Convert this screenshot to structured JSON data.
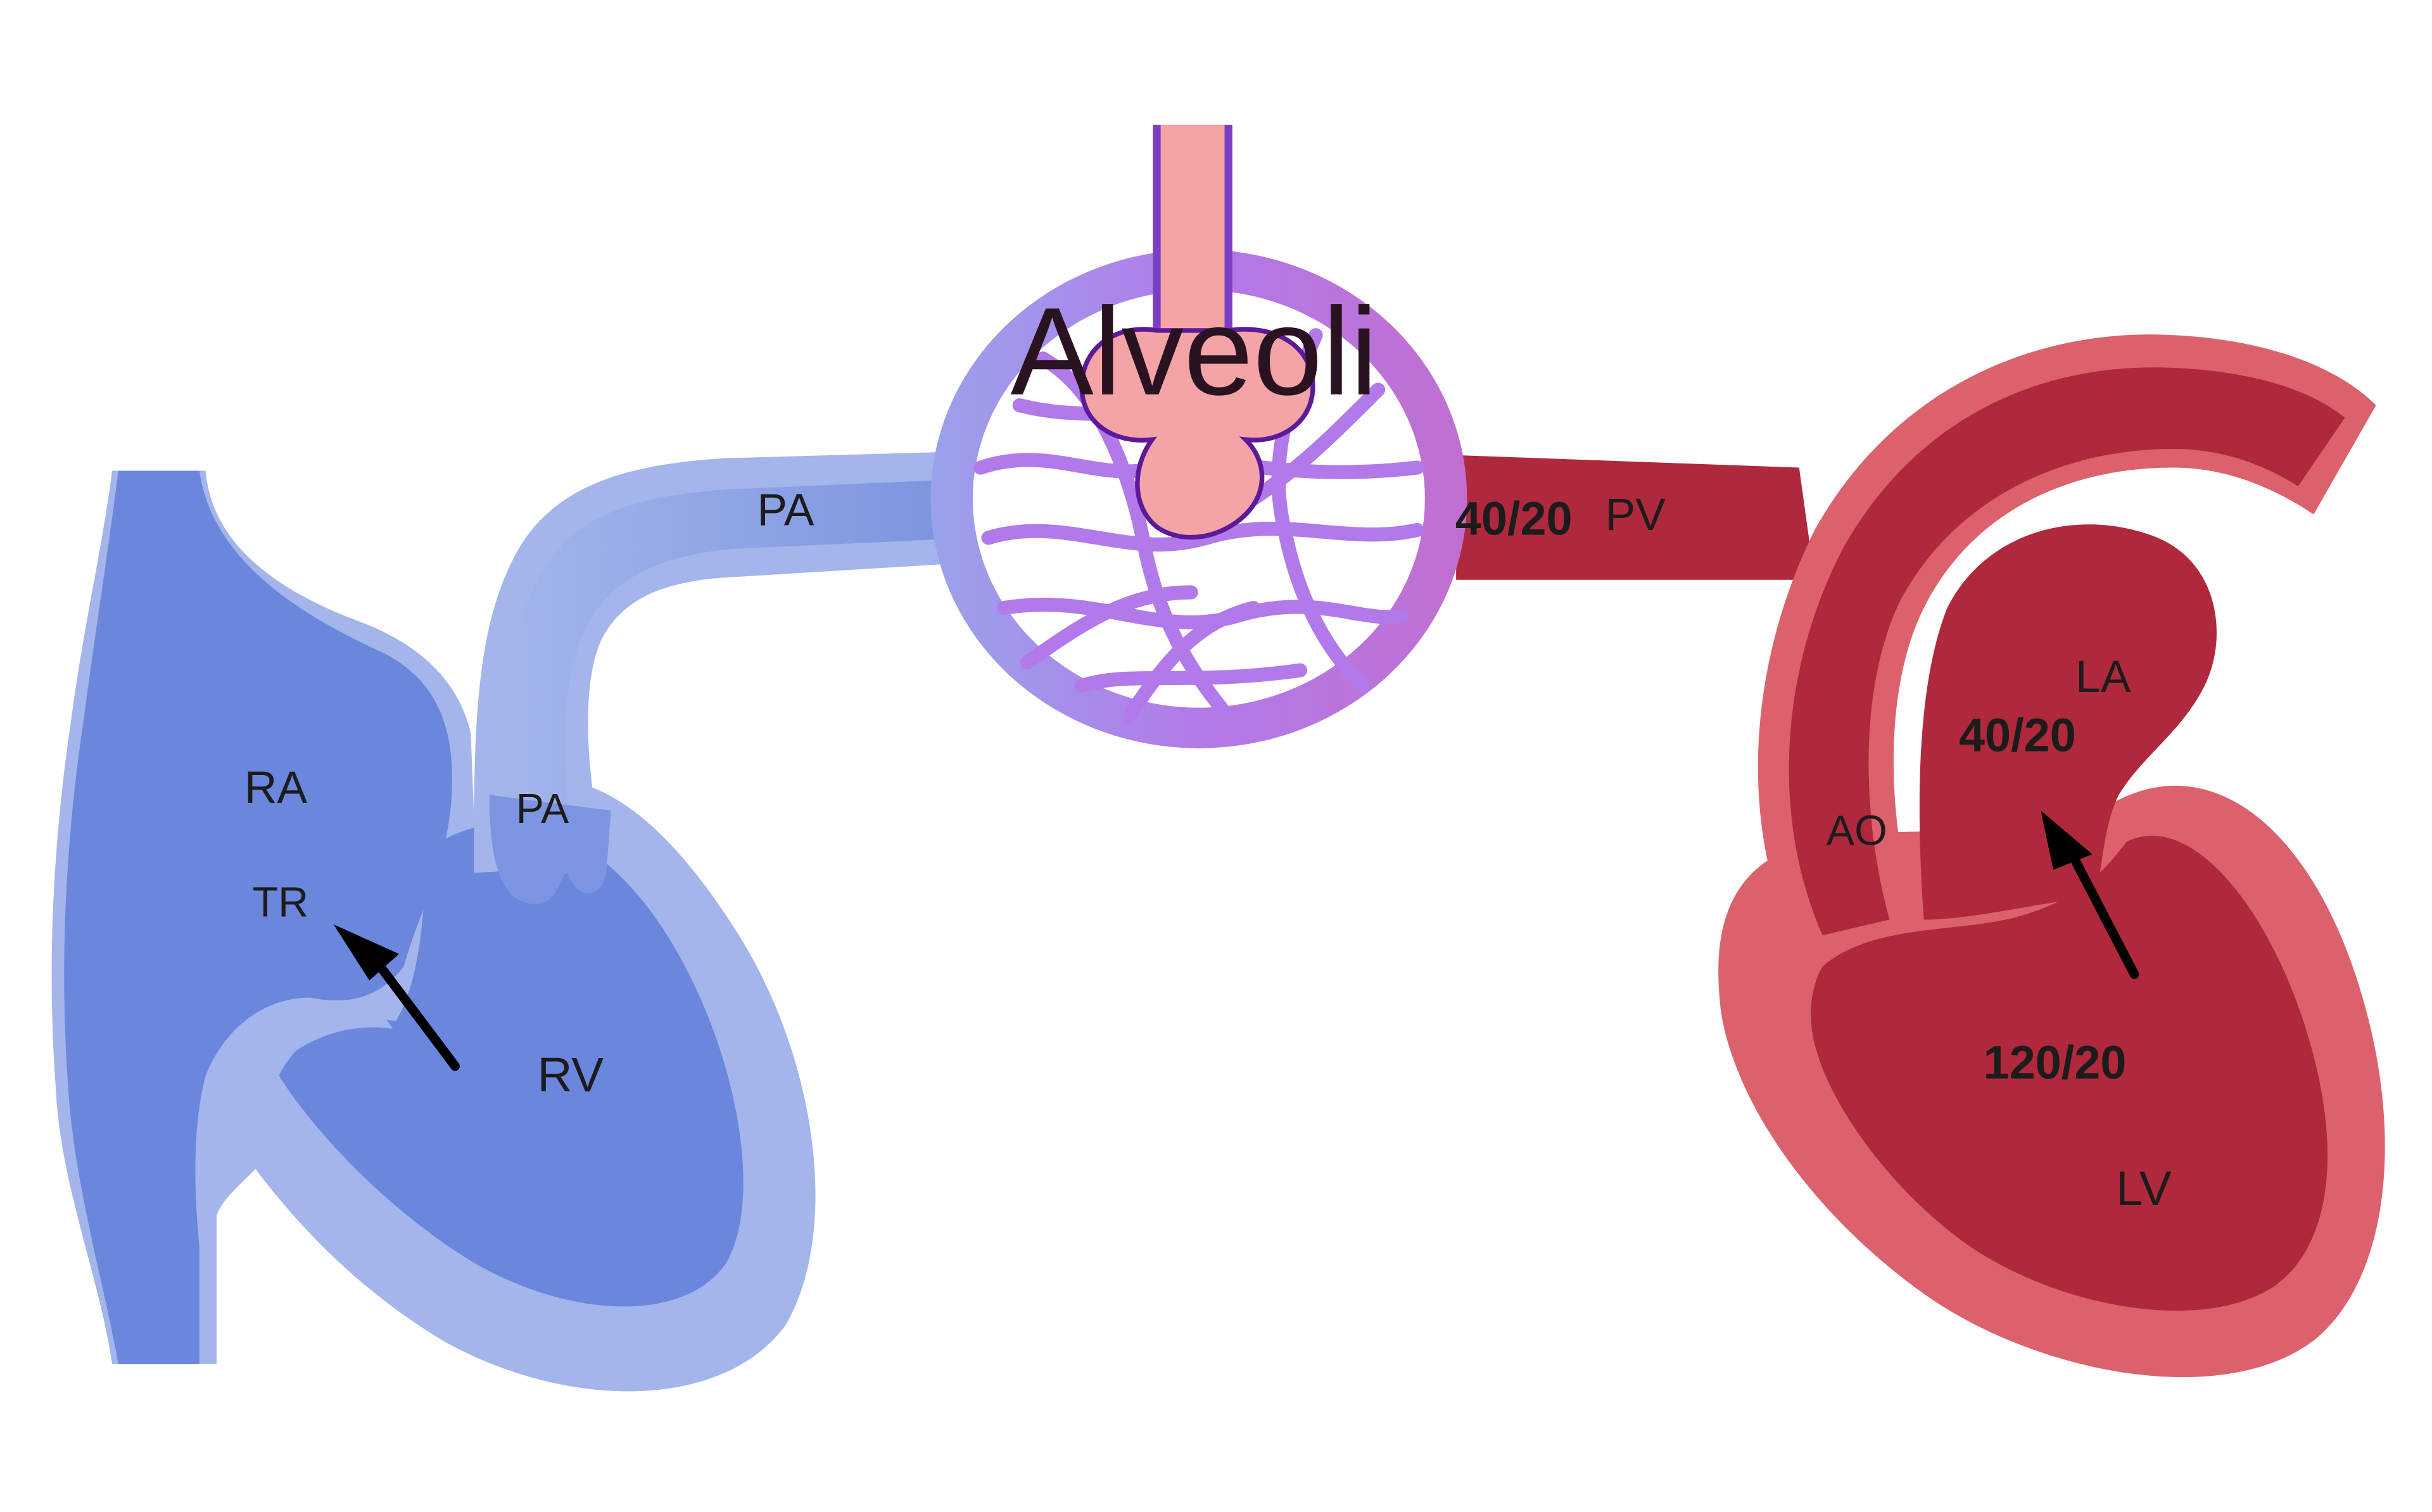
{
  "labels": {
    "alveoli": "Alveoli",
    "pa_vessel": "PA",
    "pv_vessel": "PV",
    "pressure_pv": "40/20",
    "ra": "RA",
    "tr": "TR",
    "pa_valve": "PA",
    "rv": "RV",
    "la": "LA",
    "pressure_la": "40/20",
    "ao": "AO",
    "pressure_lv": "120/20",
    "lv": "LV"
  },
  "colors": {
    "venous_light": "#a3b5ea",
    "venous_dark": "#6a86dd",
    "arterial_light": "#db626c",
    "arterial_dark": "#b0283c",
    "capillary_light": "#b179ea",
    "capillary_dark": "#9848d6",
    "airway_fill": "#f4a3a6",
    "airway_outline": "#5b1a9a",
    "arrow": "#000000"
  }
}
